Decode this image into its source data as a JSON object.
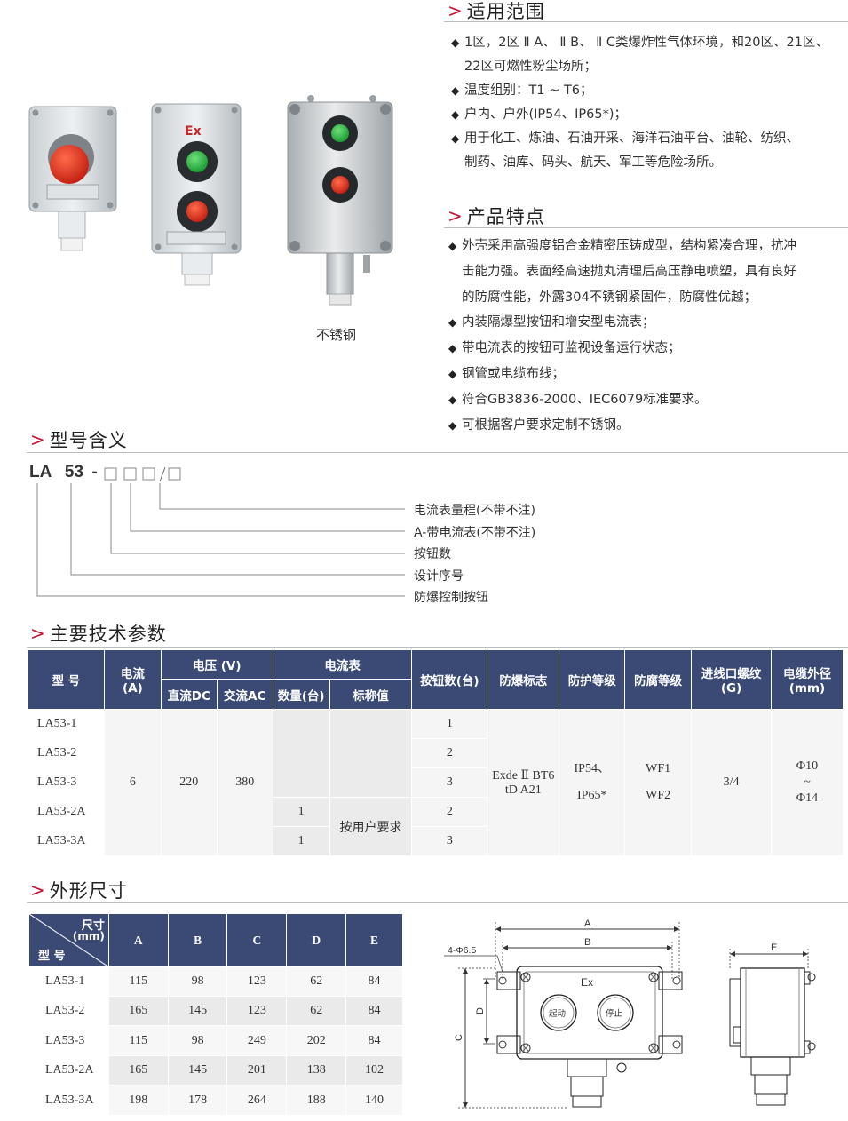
{
  "scope": {
    "heading": "适用范围",
    "items": [
      "1区，2区 Ⅱ A、 Ⅱ B、 Ⅱ C类爆炸性气体环境，和20区、21区、",
      "22区可燃性粉尘场所；",
      "温度组别：T1 ~ T6；",
      "户内、户外(IP54、IP65*)；",
      "用于化工、炼油、石油开采、海洋石油平台、油轮、纺织、",
      "制药、油库、码头、航天、军工等危险场所。"
    ]
  },
  "features": {
    "heading": "产品特点",
    "items": [
      "外壳采用高强度铝合金精密压铸成型，结构紧凑合理，抗冲",
      "击能力强。表面经高速抛丸清理后高压静电喷塑，具有良好",
      "的防腐性能，外露304不锈钢紧固件，防腐性优越；",
      "内装隔爆型按钮和增安型电流表；",
      "带电流表的按钮可监视设备运行状态；",
      "钢管或电缆布线；",
      "符合GB3836-2000、IEC6079标准要求。",
      "可根据客户要求定制不锈钢。"
    ]
  },
  "product_photos": {
    "caption": "不锈钢",
    "ex_mark": "Ex"
  },
  "model_meaning": {
    "heading": "型号含义",
    "code_la": "LA",
    "code_53": "53",
    "code_dash": "-",
    "code_slash": "/",
    "labels": [
      "电流表量程(不带不注)",
      "A-带电流表(不带不注)",
      "按钮数",
      "设计序号",
      "防爆控制按钮"
    ]
  },
  "params": {
    "heading": "主要技术参数",
    "headers": {
      "model": "型 号",
      "current": "电流",
      "current_unit": "(A)",
      "voltage": "电压 (V)",
      "dc": "直流DC",
      "ac": "交流AC",
      "ammeter": "电流表",
      "qty": "数量(台)",
      "rated": "标称值",
      "buttons": "按钮数(台)",
      "ex_mark": "防爆标志",
      "protection": "防护等级",
      "anticorrosion": "防腐等级",
      "thread": "进线口螺纹",
      "thread_unit": "(G)",
      "cable": "电缆外径",
      "cable_unit": "(mm)"
    },
    "rows": [
      {
        "model": "LA53-1",
        "buttons": "1",
        "qty": ""
      },
      {
        "model": "LA53-2",
        "buttons": "2",
        "qty": ""
      },
      {
        "model": "LA53-3",
        "buttons": "3",
        "qty": ""
      },
      {
        "model": "LA53-2A",
        "buttons": "2",
        "qty": "1"
      },
      {
        "model": "LA53-3A",
        "buttons": "3",
        "qty": "1"
      }
    ],
    "shared": {
      "current": "6",
      "dc": "220",
      "ac": "380",
      "rated": "按用户要求",
      "ex_mark_1": "Exde Ⅱ BT6",
      "ex_mark_2": "tD A21",
      "protection_1": "IP54、",
      "protection_2": "IP65*",
      "anticorrosion_1": "WF1",
      "anticorrosion_2": "WF2",
      "thread": "3/4",
      "cable_1": "Φ10",
      "cable_2": "~",
      "cable_3": "Φ14"
    }
  },
  "dimensions": {
    "heading": "外形尺寸",
    "header_size": "尺寸",
    "header_unit": "(mm)",
    "header_model": "型 号",
    "columns": [
      "A",
      "B",
      "C",
      "D",
      "E"
    ],
    "rows": [
      {
        "model": "LA53-1",
        "values": [
          "115",
          "98",
          "123",
          "62",
          "84"
        ]
      },
      {
        "model": "LA53-2",
        "values": [
          "165",
          "145",
          "123",
          "62",
          "84"
        ]
      },
      {
        "model": "LA53-3",
        "values": [
          "115",
          "98",
          "249",
          "202",
          "84"
        ]
      },
      {
        "model": "LA53-2A",
        "values": [
          "165",
          "145",
          "201",
          "138",
          "102"
        ]
      },
      {
        "model": "LA53-3A",
        "values": [
          "198",
          "178",
          "264",
          "188",
          "140"
        ]
      }
    ]
  },
  "drawing": {
    "a": "A",
    "b": "B",
    "c": "C",
    "d": "D",
    "e": "E",
    "holes": "4-Φ6.5",
    "ex": "Ex",
    "start": "起动",
    "stop": "停止"
  }
}
